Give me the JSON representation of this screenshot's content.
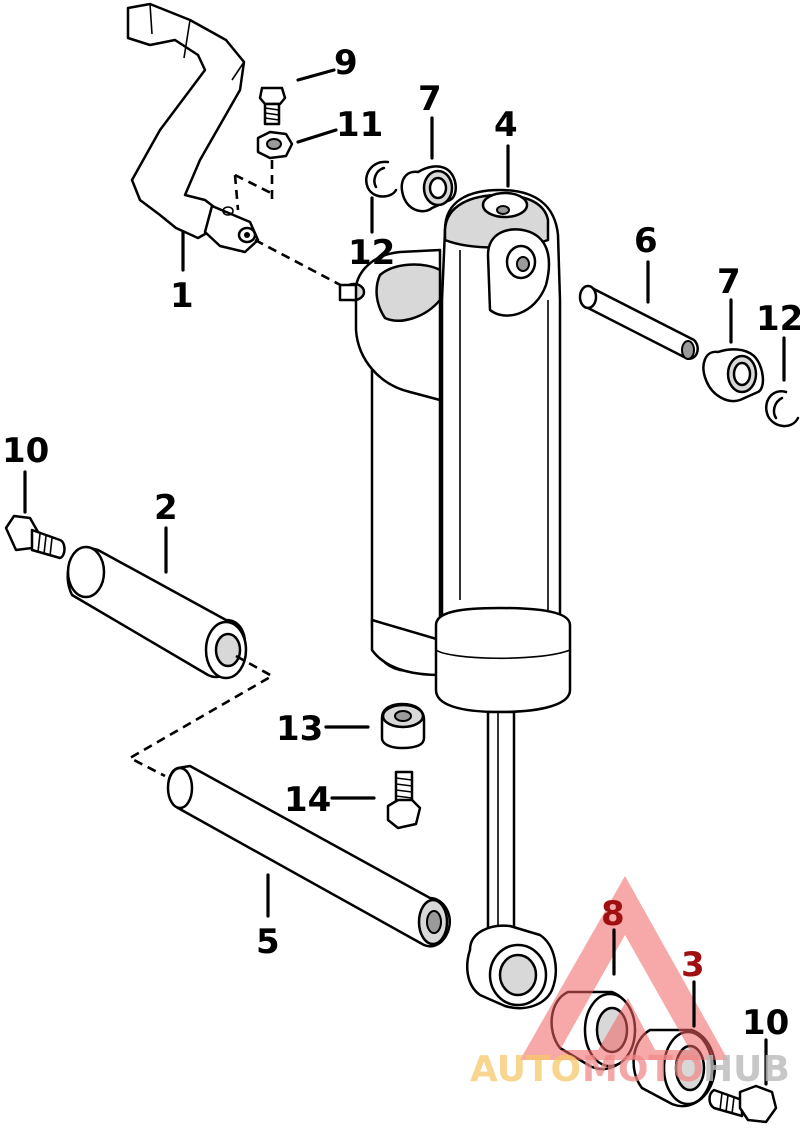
{
  "callouts": {
    "c1": "1",
    "c2": "2",
    "c3": "3",
    "c4": "4",
    "c5": "5",
    "c6": "6",
    "c7a": "7",
    "c7b": "7",
    "c8": "8",
    "c9": "9",
    "c10a": "10",
    "c10b": "10",
    "c11": "11",
    "c12a": "12",
    "c12b": "12",
    "c13": "13",
    "c14": "14"
  },
  "watermark": {
    "part1": "AUTO",
    "part2": "MOTO",
    "part3": "HUB",
    "colors": {
      "triangle": "#f06060",
      "auto": "#f7c86a",
      "moto": "#f08a8a",
      "hub": "#b9b9b9"
    }
  },
  "colors": {
    "line": "#000000",
    "background": "#ffffff",
    "callout_highlight": "#a01010"
  }
}
